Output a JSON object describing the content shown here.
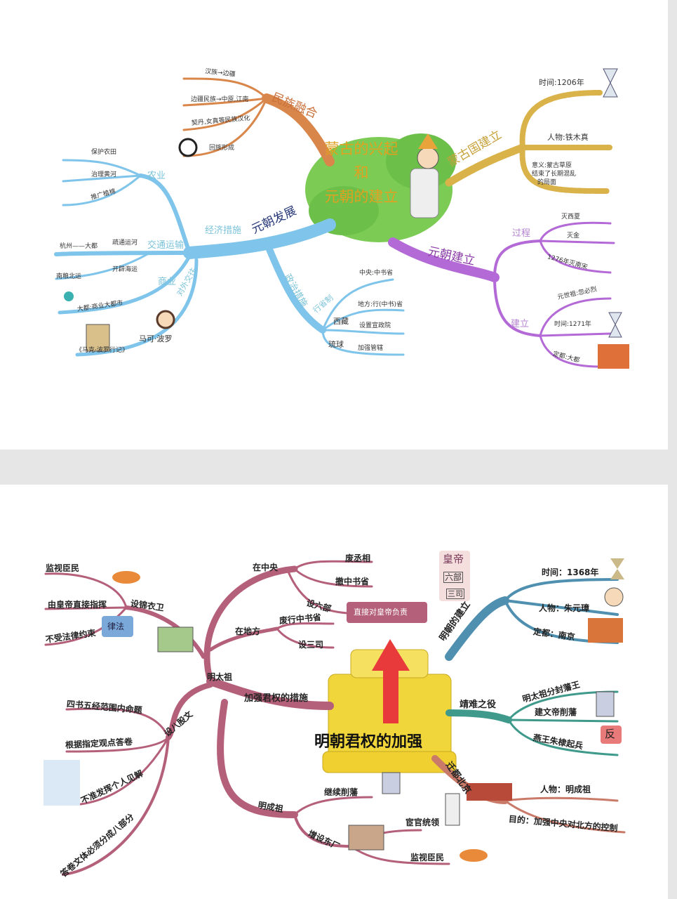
{
  "top_map": {
    "center_title": [
      "蒙古的兴起",
      "和",
      "元朝的建立"
    ],
    "minzu_ronghe": {
      "label": "民族融合",
      "items": [
        "汉族→边疆",
        "边疆民族→中原,江南",
        "契丹,女真等民族汉化",
        "回族形成"
      ]
    },
    "yuanchao_fazhan": {
      "label": "元朝发展",
      "jingji": {
        "label": "经济措施",
        "nongye": {
          "label": "农业",
          "items": [
            "保护农田",
            "治理黄河",
            "推广植棉"
          ]
        },
        "jiaotong": {
          "label": "交通运输",
          "items": [
            "疏通运河",
            "杭州——大都",
            "开辟海运",
            "南粮北运"
          ]
        },
        "shangye": {
          "label": "商业",
          "items": [
            "大都:商业大都市"
          ]
        },
        "duiwai": {
          "label": "对外交往",
          "items": [
            "马可·波罗",
            "《马克·波罗行记》"
          ]
        }
      },
      "zhengzhi": {
        "label": "政治措施",
        "xingsheng": {
          "label": "行省制",
          "items": [
            "中央:中书省",
            "地方:行(中书)省"
          ]
        },
        "xizang": {
          "label": "西藏",
          "item": "设置宣政院"
        },
        "liuqiu": {
          "label": "琉球",
          "item": "加强管辖"
        }
      }
    },
    "mengguguo": {
      "label": "蒙古国建立",
      "items": [
        "时间:1206年",
        "人物:铁木真",
        "意义:蒙古草原",
        "结束了长期混乱",
        "的局面"
      ]
    },
    "yuanchao_jianli": {
      "label": "元朝建立",
      "guocheng": {
        "label": "过程",
        "items": [
          "灭西夏",
          "灭金",
          "1276年灭南宋"
        ]
      },
      "jianli": {
        "label": "建立",
        "items": [
          "元世祖:忽必烈",
          "时间:1271年",
          "定都:大都"
        ]
      }
    }
  },
  "bottom_map": {
    "center_title": "明朝君权的加强",
    "cuoshi": {
      "label": "加强君权的措施",
      "taizu": {
        "label": "明太祖",
        "zhongyang": {
          "label": "在中央",
          "items": [
            "废丞相",
            "撤中书省",
            "设六部"
          ],
          "note": "直接对皇帝负责"
        },
        "hierarchy": [
          "皇帝",
          "六部",
          "三司"
        ],
        "difang": {
          "label": "在地方",
          "items": [
            "废行中书省",
            "设三司"
          ]
        },
        "jinyiwei": {
          "label": "设锦衣卫",
          "items": [
            "监视臣民",
            "由皇帝直接指挥",
            "不受法律约束"
          ],
          "book_text": "律法"
        },
        "baguwen": {
          "label": "设八股文",
          "items": [
            "四书五经范围内命题",
            "根据指定观点答卷",
            "不准发挥个人见解",
            "答卷文体必须分成八部分"
          ]
        }
      },
      "chengzu": {
        "label": "明成祖",
        "items": [
          "继续削藩"
        ],
        "dongchang": {
          "label": "增设东厂",
          "items": [
            "宦官统领",
            "监视臣民"
          ]
        }
      }
    },
    "jianli": {
      "label": "明朝的建立",
      "items": [
        "时间：1368年",
        "人物：朱元璋",
        "定都：南京"
      ]
    },
    "jingnan": {
      "label": "靖难之役",
      "items": [
        "明太祖分封藩王",
        "建文帝削藩",
        "燕王朱棣起兵"
      ],
      "flag_text": "反"
    },
    "qiandu": {
      "label": "迁都北京",
      "items": [
        "人物：明成祖",
        "目的：加强中央对北方的控制"
      ]
    }
  },
  "colors": {
    "orange": "#d9864a",
    "blue": "#7fc4ea",
    "gold": "#d9b24a",
    "purple": "#b46ad6",
    "maroon": "#b5607a",
    "steel_blue": "#4f8fb0",
    "teal": "#3f9a8c",
    "salmon": "#c97a68",
    "tree_green": "#6cc04a"
  }
}
